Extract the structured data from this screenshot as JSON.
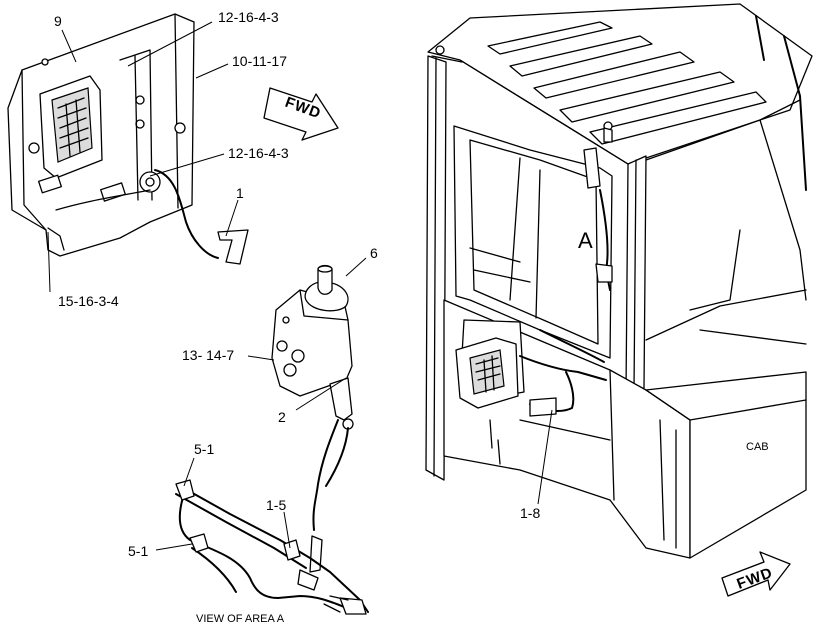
{
  "callouts": {
    "c9": "9",
    "c12_16_4_3_top": "12-16-4-3",
    "c10_11_17": "10-11-17",
    "c12_16_4_3_mid": "12-16-4-3",
    "c1": "1",
    "c15_16_3_4": "15-16-3-4",
    "c6": "6",
    "c13_14_7": "13- 14-7",
    "c2": "2",
    "c5_1_top": "5-1",
    "c1_5": "1-5",
    "c5_1_bottom": "5-1",
    "c1_8": "1-8"
  },
  "labels": {
    "area_a": "A",
    "cab": "CAB",
    "view_of_area_a": "VIEW OF AREA A"
  },
  "arrows": {
    "fwd_top": "FWD",
    "fwd_bottom": "FWD"
  }
}
